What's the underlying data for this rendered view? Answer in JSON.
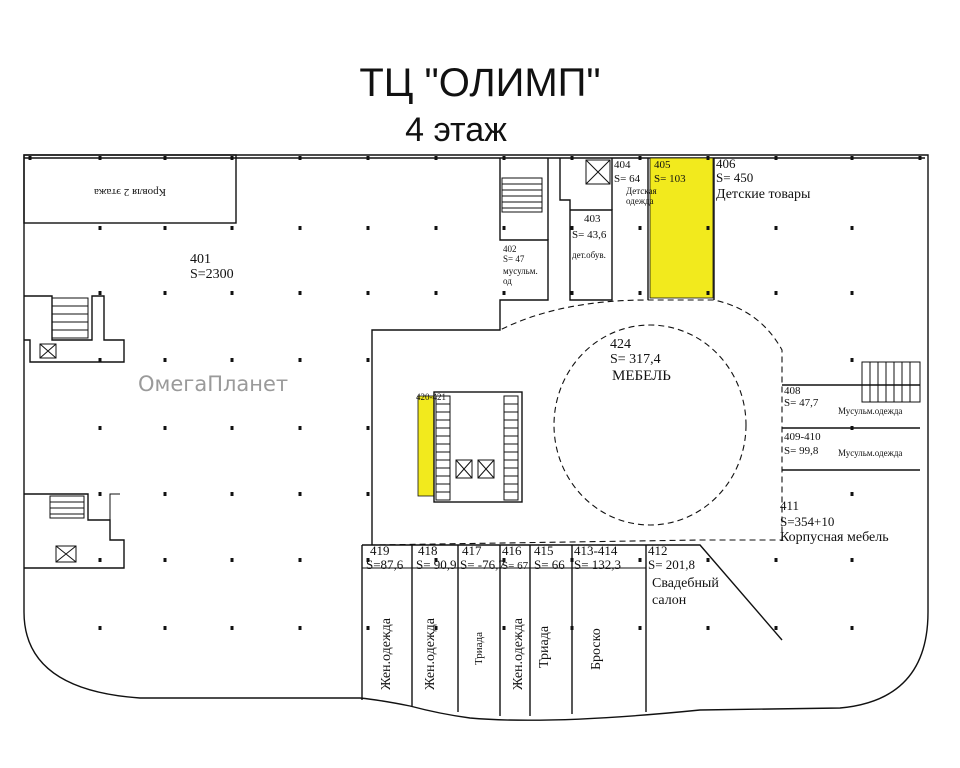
{
  "title": "ТЦ \"ОЛИМП\"",
  "floor": "4 этаж",
  "roof_label": "Кровля 2 этажа",
  "watermark": "ОмегаПланет",
  "highlight_color": "#f2ea1d",
  "units": {
    "u401": {
      "num": "401",
      "area": "S=2300"
    },
    "u402": {
      "num": "402",
      "area": "S= 47",
      "name1": "мусульм.",
      "name2": "од"
    },
    "u403": {
      "num": "403",
      "area": "S= 43,6",
      "name": "дет.обув."
    },
    "u404": {
      "num": "404",
      "area": "S= 64",
      "name1": "Детская",
      "name2": "одежда"
    },
    "u405": {
      "num": "405",
      "area": "S= 103"
    },
    "u406": {
      "num": "406",
      "area": "S= 450",
      "name": "Детские товары"
    },
    "u408": {
      "num": "408",
      "area": "S= 47,7",
      "name": "Мусульм.одежда"
    },
    "u409": {
      "num": "409-410",
      "area": "S= 99,8",
      "name": "Мусульм.одежда"
    },
    "u411": {
      "num": "411",
      "area": "S=354+10",
      "name": "Корпусная мебель"
    },
    "u412": {
      "num": "412",
      "area": "S= 201,8",
      "name1": "Свадебный",
      "name2": "салон"
    },
    "u413": {
      "num": "413-414",
      "area": "S= 132,3",
      "name": "Броско"
    },
    "u415": {
      "num": "415",
      "area": "S= 66",
      "name": "Триада"
    },
    "u416": {
      "num": "416",
      "area": "S= 67",
      "name": "Жен.одежда"
    },
    "u417": {
      "num": "417",
      "area": "S= -76,7",
      "name": "Триада"
    },
    "u418": {
      "num": "418",
      "area": "S= 90,9",
      "name": "Жен.одежда"
    },
    "u419": {
      "num": "419",
      "area": "S=87,6",
      "name": "Жен.одежда"
    },
    "u420": {
      "num": "420-421"
    },
    "u424": {
      "num": "424",
      "area": "S= 317,4",
      "name": "МЕБЕЛЬ"
    }
  }
}
